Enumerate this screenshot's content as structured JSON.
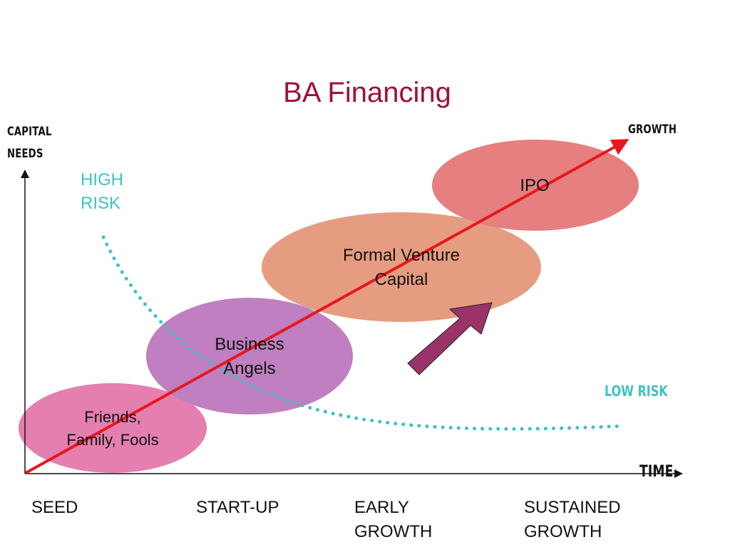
{
  "title": "BA Financing",
  "axes": {
    "y_label_line1": "CAPITAL",
    "y_label_line2": "NEEDS",
    "x_label": "TIME",
    "growth_label": "GROWTH"
  },
  "risk": {
    "high_line1": "HIGH",
    "high_line2": "RISK",
    "low": "LOW RISK"
  },
  "ellipses": {
    "fff_line1": "Friends,",
    "fff_line2": "Family, Fools",
    "ba_line1": "Business",
    "ba_line2": "Angels",
    "vc_line1": "Formal Venture",
    "vc_line2": "Capital",
    "ipo": "IPO"
  },
  "stages": {
    "seed": "SEED",
    "startup": "START-UP",
    "early_line1": "EARLY",
    "early_line2": "GROWTH",
    "sustained_line1": "SUSTAINED",
    "sustained_line2": "GROWTH"
  },
  "colors": {
    "title": "#a01038",
    "fff_ellipse": "#e47fb0",
    "ba_ellipse": "#bf7fc0",
    "vc_ellipse": "#e69c80",
    "ipo_ellipse": "#e57f80",
    "growth_arrow": "#e8161c",
    "risk_curve": "#3cc3c6",
    "block_arrow": "#9a3367"
  }
}
